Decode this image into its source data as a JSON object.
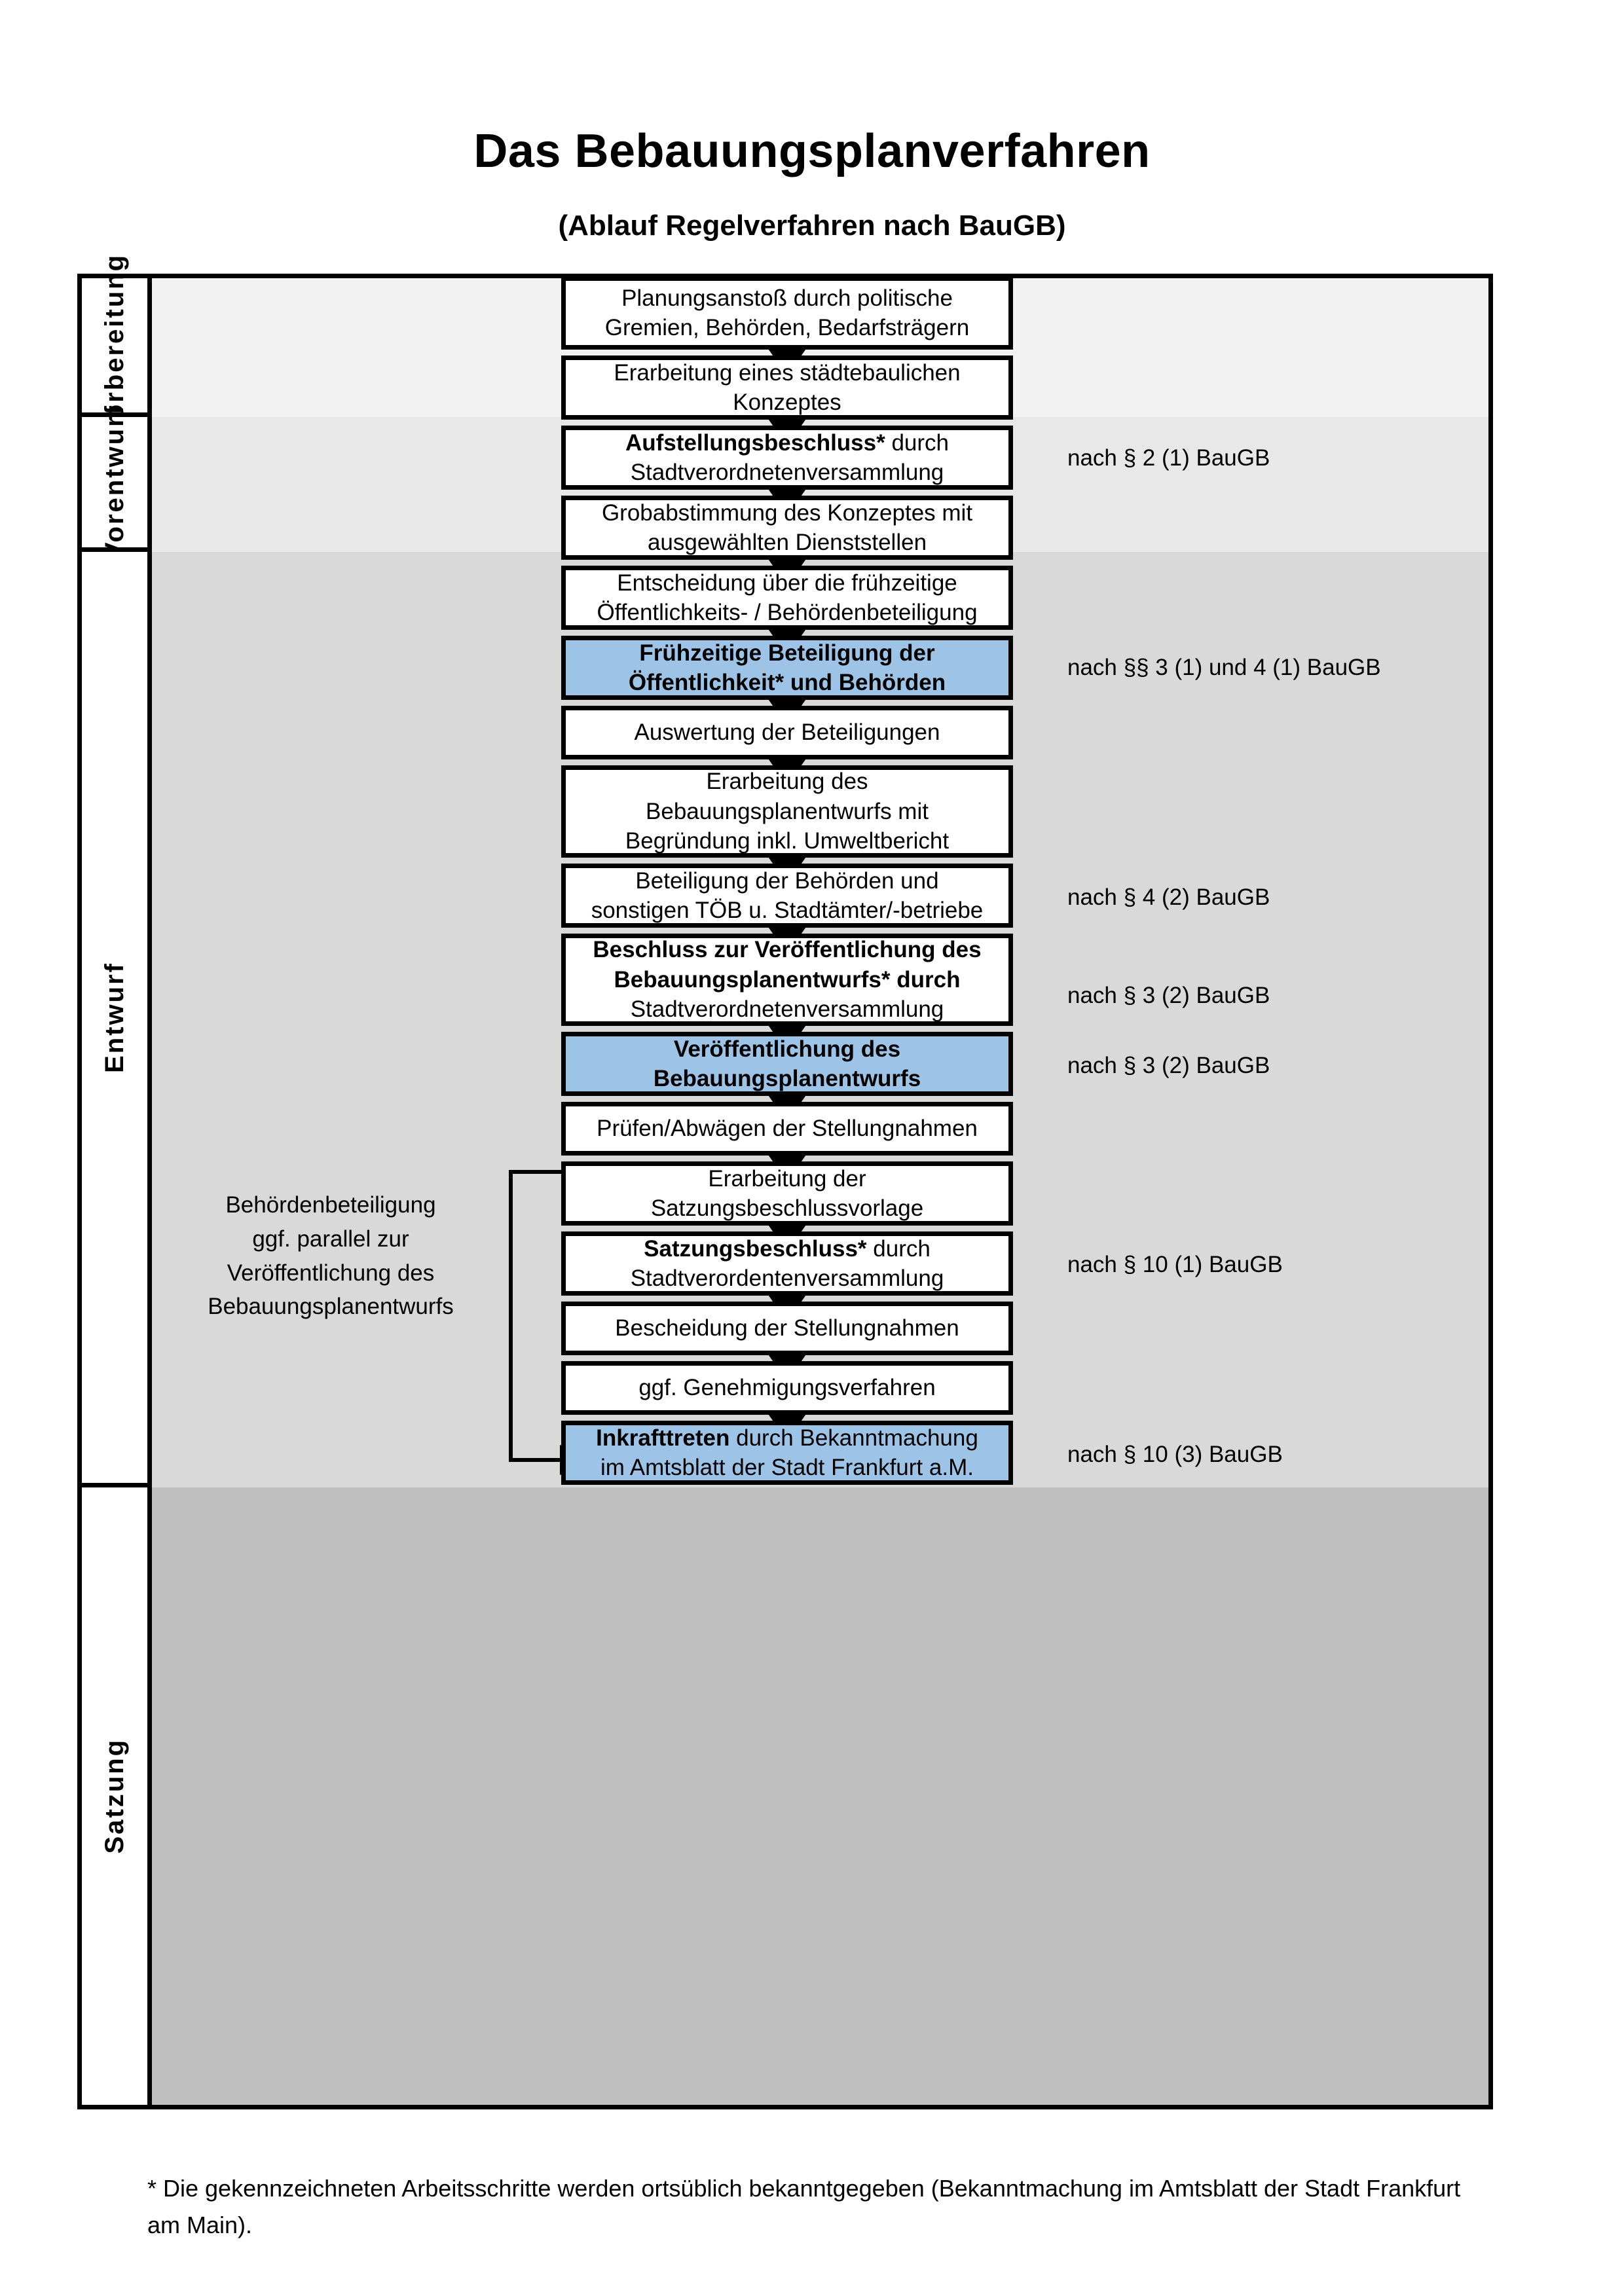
{
  "title": "Das Bebauungsplanverfahren",
  "subtitle": "(Ablauf Regelverfahren nach BauGB)",
  "colors": {
    "highlight_blue": "#9DC3E6",
    "band_vorbereitung": "#F2F2F2",
    "band_vorentwurf": "#E8E8E8",
    "band_entwurf": "#D9D9D9",
    "band_satzung": "#BFBFBF",
    "stroke": "#000000"
  },
  "phases": [
    {
      "label": "Vorbereitung"
    },
    {
      "label": "Vorentwurf"
    },
    {
      "label": "Entwurf"
    },
    {
      "label": "Satzung"
    }
  ],
  "steps": [
    {
      "id": "planungsanstoss",
      "line1": "Planungsanstoß durch politische",
      "line2": "Gremien, Behörden, Bedarfsträgern",
      "line3": "",
      "bold": "none",
      "highlight": false
    },
    {
      "id": "konzept",
      "line1": "Erarbeitung eines städtebaulichen",
      "line2": "Konzeptes",
      "line3": "",
      "bold": "none",
      "highlight": false
    },
    {
      "id": "aufstellungsbeschluss",
      "line1": "Aufstellungsbeschluss* durch",
      "line2": "Stadtverordnetenversammlung",
      "line3": "",
      "bold": "first-partial",
      "bold_text": "Aufstellungsbeschluss*",
      "rest_text": " durch",
      "highlight": false
    },
    {
      "id": "grobabstimmung",
      "line1": "Grobabstimmung des Konzeptes mit",
      "line2": "ausgewählten Dienststellen",
      "line3": "",
      "bold": "none",
      "highlight": false
    },
    {
      "id": "entscheidung",
      "line1": "Entscheidung über die frühzeitige",
      "line2": "Öffentlichkeits- / Behördenbeteiligung",
      "line3": "",
      "bold": "none",
      "highlight": false
    },
    {
      "id": "fruehzeitige",
      "line1": "Frühzeitige Beteiligung der",
      "line2": "Öffentlichkeit* und Behörden",
      "line3": "",
      "bold": "all",
      "highlight": true
    },
    {
      "id": "auswertung",
      "line1": "Auswertung der Beteiligungen",
      "line2": "",
      "line3": "",
      "bold": "none",
      "highlight": false
    },
    {
      "id": "erarbeitung-entwurf",
      "line1": "Erarbeitung des",
      "line2": "Bebauungsplanentwurfs mit",
      "line3": "Begründung inkl. Umweltbericht",
      "bold": "none",
      "highlight": false
    },
    {
      "id": "beteiligung-behoerden",
      "line1": "Beteiligung der Behörden und",
      "line2": "sonstigen TÖB u. Stadtämter/-betriebe",
      "line3": "",
      "bold": "none",
      "highlight": false
    },
    {
      "id": "beschluss-veroeff",
      "line1": "Beschluss zur Veröffentlichung des",
      "line2": "Bebauungsplanentwurfs* durch",
      "line3": "Stadtverordnetenversammlung",
      "bold": "two-lines",
      "bold_text": "Beschluss zur Veröffentlichung des Bebauungsplanentwurfs*",
      "rest_text": " durch",
      "highlight": false
    },
    {
      "id": "veroeffentlichung",
      "line1": "Veröffentlichung des",
      "line2": "Bebauungsplanentwurfs",
      "line3": "",
      "bold": "all",
      "highlight": true
    },
    {
      "id": "pruefen-abwaegen",
      "line1": "Prüfen/Abwägen der Stellungnahmen",
      "line2": "",
      "line3": "",
      "bold": "none",
      "highlight": false
    },
    {
      "id": "satzungsvorlage",
      "line1": "Erarbeitung der",
      "line2": "Satzungsbeschlussvorlage",
      "line3": "",
      "bold": "none",
      "highlight": false
    },
    {
      "id": "satzungsbeschluss",
      "line1": "Satzungsbeschluss* durch",
      "line2": "Stadtverordentenversammlung",
      "line3": "",
      "bold": "first-partial",
      "bold_text": "Satzungsbeschluss*",
      "rest_text": " durch",
      "highlight": false
    },
    {
      "id": "bescheidung",
      "line1": "Bescheidung der Stellungnahmen",
      "line2": "",
      "line3": "",
      "bold": "none",
      "highlight": false
    },
    {
      "id": "genehmigungsverfahren",
      "line1": "ggf. Genehmigungsverfahren",
      "line2": "",
      "line3": "",
      "bold": "none",
      "highlight": false
    },
    {
      "id": "inkrafttreten",
      "line1": "Inkrafttreten durch Bekanntmachung",
      "line2": "im Amtsblatt der Stadt Frankfurt a.M.",
      "line3": "",
      "bold": "lead-word",
      "bold_text": "Inkrafttreten",
      "rest_text": " durch Bekanntmachung",
      "highlight": true
    }
  ],
  "notes": [
    {
      "id": "note-aufstellungsbeschluss",
      "text": "nach § 2 (1) BauGB"
    },
    {
      "id": "note-fruehzeitige",
      "text": "nach §§ 3 (1) und 4 (1) BauGB"
    },
    {
      "id": "note-beteiligung-behoerden",
      "text": "nach § 4 (2) BauGB"
    },
    {
      "id": "note-beschluss-veroeff",
      "text": "nach § 3 (2) BauGB"
    },
    {
      "id": "note-veroeffentlichung",
      "text": "nach § 3 (2) BauGB"
    },
    {
      "id": "note-satzungsbeschluss",
      "text": "nach § 10 (1) BauGB"
    },
    {
      "id": "note-inkrafttreten",
      "text": "nach § 10 (3) BauGB"
    }
  ],
  "side_annotation": {
    "line1": "Behördenbeteiligung",
    "line2": "ggf. parallel zur",
    "line3": "Veröffentlichung des",
    "line4": "Bebauungsplanentwurfs"
  },
  "footnote": "* Die gekennzeichneten Arbeitsschritte werden ortsüblich bekanntgegeben (Bekanntmachung im Amtsblatt  der Stadt Frankfurt am Main)."
}
